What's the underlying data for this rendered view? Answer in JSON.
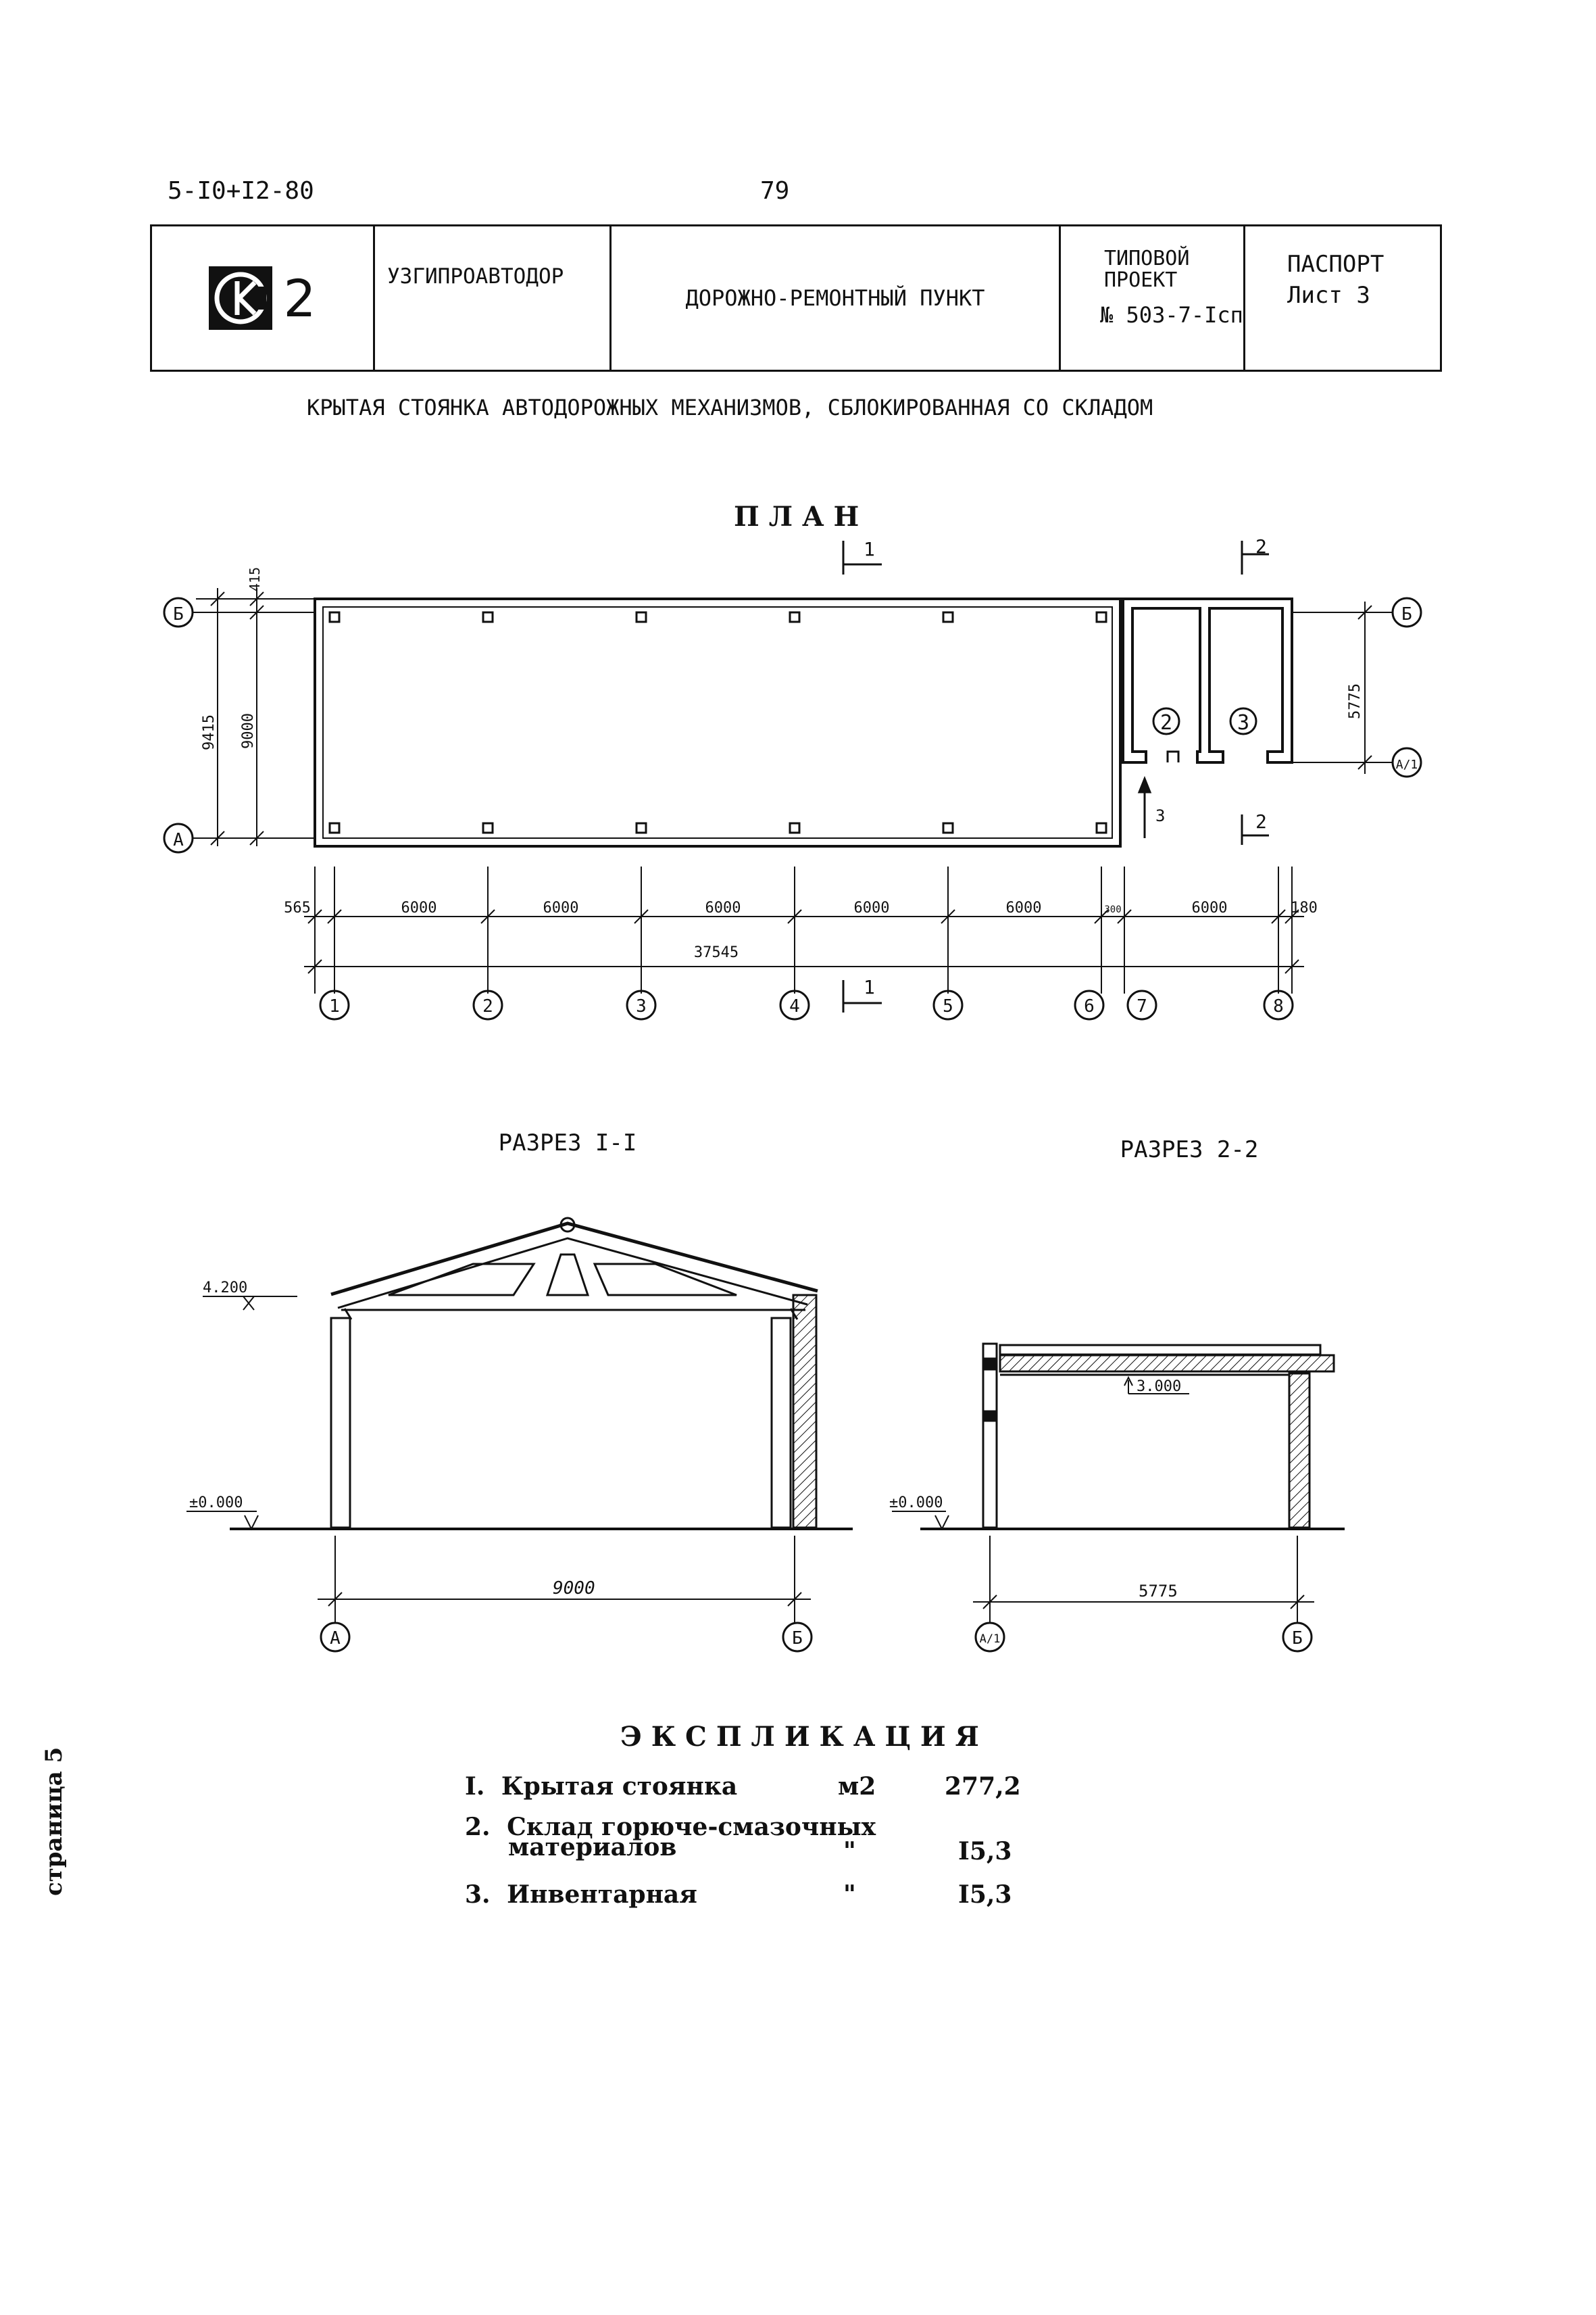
{
  "header": {
    "doc_code": "5-I0+I2-80",
    "page_number": "79",
    "logo_text": "2",
    "org": "УЗГИПРОАВТОДОР",
    "project_title": "ДОРОЖНО-РЕМОНТНЫЙ ПУНКТ",
    "typical_line1": "ТИПОВОЙ",
    "typical_line2": "ПРОЕКТ",
    "typical_line3": "№ 503-7-Iсп",
    "passport": "ПАСПОРТ",
    "sheet": "Лист 3"
  },
  "subtitle": "КРЫТАЯ СТОЯНКА АВТОДОРОЖНЫХ МЕХАНИЗМОВ, СБЛОКИРОВАННАЯ СО СКЛАДОМ",
  "plan": {
    "title": "П Л А Н",
    "section_marks": {
      "s1": "1",
      "s2": "2"
    },
    "axis_letters": {
      "b": "Б",
      "a": "А",
      "a1": "А/1"
    },
    "dim_left": {
      "top": "415",
      "inner": "9000",
      "outer": "9415"
    },
    "dim_right": "5775",
    "room_numbers": [
      "2",
      "3"
    ],
    "entry_label": "3",
    "dims_bottom": [
      "565",
      "6000",
      "6000",
      "6000",
      "6000",
      "6000",
      "300",
      "6000",
      "180"
    ],
    "total_dim": "37545",
    "axis_numbers": [
      "1",
      "2",
      "3",
      "4",
      "5",
      "6",
      "7",
      "8"
    ]
  },
  "section1": {
    "title": "РАЗРЕЗ I-I",
    "elev_top": "4.200",
    "elev_zero": "±0.000",
    "dim": "9000",
    "axis_left": "А",
    "axis_right": "Б"
  },
  "section2": {
    "title": "РАЗРЕЗ 2-2",
    "elev_zero": "±0.000",
    "elev_inner": "3.000",
    "dim": "5775",
    "axis_left": "А/1",
    "axis_right": "Б"
  },
  "explication": {
    "title": "Э К С П Л И К А Ц И Я",
    "rows": [
      {
        "n": "I.",
        "name": "Крытая стоянка",
        "unit": "м2",
        "value": "277,2"
      },
      {
        "n": "2.",
        "name": "Склад горюче-смазочных",
        "name2": "материалов",
        "unit": "\"",
        "value": "I5,3"
      },
      {
        "n": "3.",
        "name": "Инвентарная",
        "unit": "\"",
        "value": "I5,3"
      }
    ]
  },
  "side_text": "страница 5"
}
